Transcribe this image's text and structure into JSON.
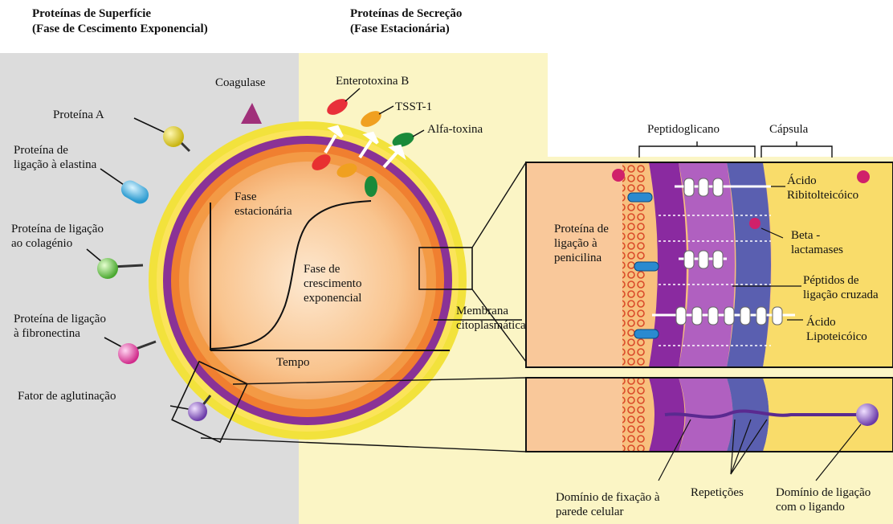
{
  "headers": {
    "surface_line1": "Proteínas de Superfície",
    "surface_line2": "(Fase de Cescimento Exponencial)",
    "secretion_line1": "Proteínas de Secreção",
    "secretion_line2": "(Fase Estacionária)"
  },
  "cell_labels": {
    "coagulase": "Coagulase",
    "enterotoxin_b": "Enterotoxina B",
    "tsst1": "TSST-1",
    "alpha_toxin": "Alfa-toxina",
    "protein_a": "Proteína A",
    "elastin_line1": "Proteína de",
    "elastin_line2": "ligação à elastina",
    "collagen_line1": "Proteína de ligação",
    "collagen_line2": "ao colagénio",
    "fibronectin_line1": "Proteína de ligação",
    "fibronectin_line2": "à fibronectina",
    "clumping_factor": "Fator de aglutinação",
    "membrane_line1": "Membrana",
    "membrane_line2": "citoplasmática"
  },
  "growth_curve": {
    "stationary_line1": "Fase",
    "stationary_line2": "estacionária",
    "exponential_line1": "Fase de",
    "exponential_line2": "crescimento",
    "exponential_line3": "exponencial",
    "x_axis": "Tempo"
  },
  "wall_labels": {
    "peptidoglycan": "Peptidoglicano",
    "capsule": "Cápsula",
    "ribitol_line1": "Ácido",
    "ribitol_line2": "Ribitolteicóico",
    "pbp_line1": "Proteína de",
    "pbp_line2": "ligação à",
    "pbp_line3": "penicilina",
    "beta_line1": "Beta -",
    "beta_line2": "lactamases",
    "crosslink_line1": "Péptidos de",
    "crosslink_line2": "ligação cruzada",
    "lipo_line1": "Ácido",
    "lipo_line2": "Lipoteicóico"
  },
  "domain_labels": {
    "anchor_line1": "Domínio de fixação à",
    "anchor_line2": "parede celular",
    "repeats": "Repetições",
    "binding_line1": "Domínio de ligação",
    "binding_line2": "com o ligando"
  },
  "colors": {
    "left_bg": "#dcdcdc",
    "right_bg": "#fbf5c5",
    "cell_outer": "#f4e64a",
    "cell_purple": "#7b2a87",
    "cell_orange": "#f08a3a",
    "cell_inner": "#f9c58d",
    "capsule_yellow": "#f8e36a",
    "wall_purple": "#6a2a8a",
    "wall_blue": "#5a5fb0"
  }
}
